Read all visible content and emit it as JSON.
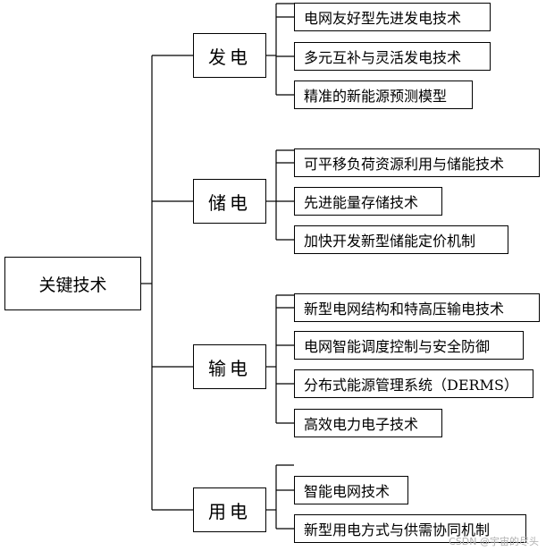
{
  "diagram": {
    "root": {
      "label": "关键技术"
    },
    "categories": [
      {
        "label": "发电",
        "items": [
          "电网友好型先进发电技术",
          "多元互补与灵活发电技术",
          "精准的新能源预测模型"
        ]
      },
      {
        "label": "储电",
        "items": [
          "可平移负荷资源利用与储能技术",
          "先进能量存储技术",
          "加快开发新型储能定价机制"
        ]
      },
      {
        "label": "输电",
        "items": [
          "新型电网结构和特高压输电技术",
          "电网智能调度控制与安全防御",
          "分布式能源管理系统（DERMS）",
          "高效电力电子技术"
        ]
      },
      {
        "label": "用电",
        "items": [
          "智能电网技术",
          "新型用电方式与供需协同机制"
        ]
      }
    ]
  },
  "watermark": "CSDN @宇宙的尽头"
}
